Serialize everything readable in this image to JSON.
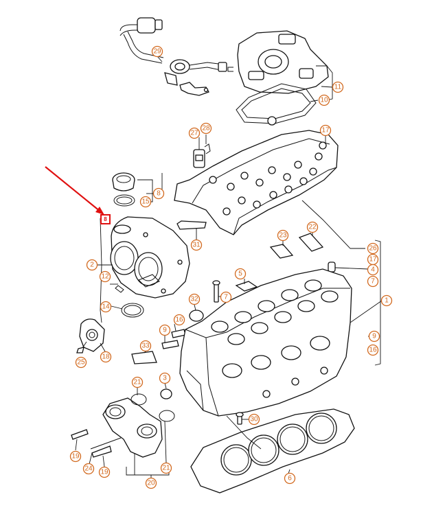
{
  "marker": {
    "label": "8",
    "color": "#e01010"
  },
  "callout_color": "#d2691e",
  "callouts": [
    {
      "id": "c29",
      "label": "29"
    },
    {
      "id": "c11",
      "label": "11"
    },
    {
      "id": "c10",
      "label": "10"
    },
    {
      "id": "c27",
      "label": "27"
    },
    {
      "id": "c28",
      "label": "28"
    },
    {
      "id": "c17a",
      "label": "17"
    },
    {
      "id": "c8",
      "label": "8"
    },
    {
      "id": "c15",
      "label": "15"
    },
    {
      "id": "c31",
      "label": "31"
    },
    {
      "id": "c23",
      "label": "23"
    },
    {
      "id": "c22",
      "label": "22"
    },
    {
      "id": "c26",
      "label": "26"
    },
    {
      "id": "c17b",
      "label": "17"
    },
    {
      "id": "c4",
      "label": "4"
    },
    {
      "id": "c7a",
      "label": "7"
    },
    {
      "id": "c2",
      "label": "2"
    },
    {
      "id": "c12",
      "label": "12"
    },
    {
      "id": "c5",
      "label": "5"
    },
    {
      "id": "c7b",
      "label": "7"
    },
    {
      "id": "c32",
      "label": "32"
    },
    {
      "id": "c1",
      "label": "1"
    },
    {
      "id": "c14",
      "label": "14"
    },
    {
      "id": "c9a",
      "label": "9"
    },
    {
      "id": "c16a",
      "label": "16"
    },
    {
      "id": "c9b",
      "label": "9"
    },
    {
      "id": "c16b",
      "label": "16"
    },
    {
      "id": "c33",
      "label": "33"
    },
    {
      "id": "c25",
      "label": "25"
    },
    {
      "id": "c18",
      "label": "18"
    },
    {
      "id": "c21a",
      "label": "21"
    },
    {
      "id": "c3",
      "label": "3"
    },
    {
      "id": "c30",
      "label": "30"
    },
    {
      "id": "c19a",
      "label": "19"
    },
    {
      "id": "c24",
      "label": "24"
    },
    {
      "id": "c19b",
      "label": "19"
    },
    {
      "id": "c21b",
      "label": "21"
    },
    {
      "id": "c20",
      "label": "20"
    },
    {
      "id": "c6",
      "label": "6"
    }
  ]
}
